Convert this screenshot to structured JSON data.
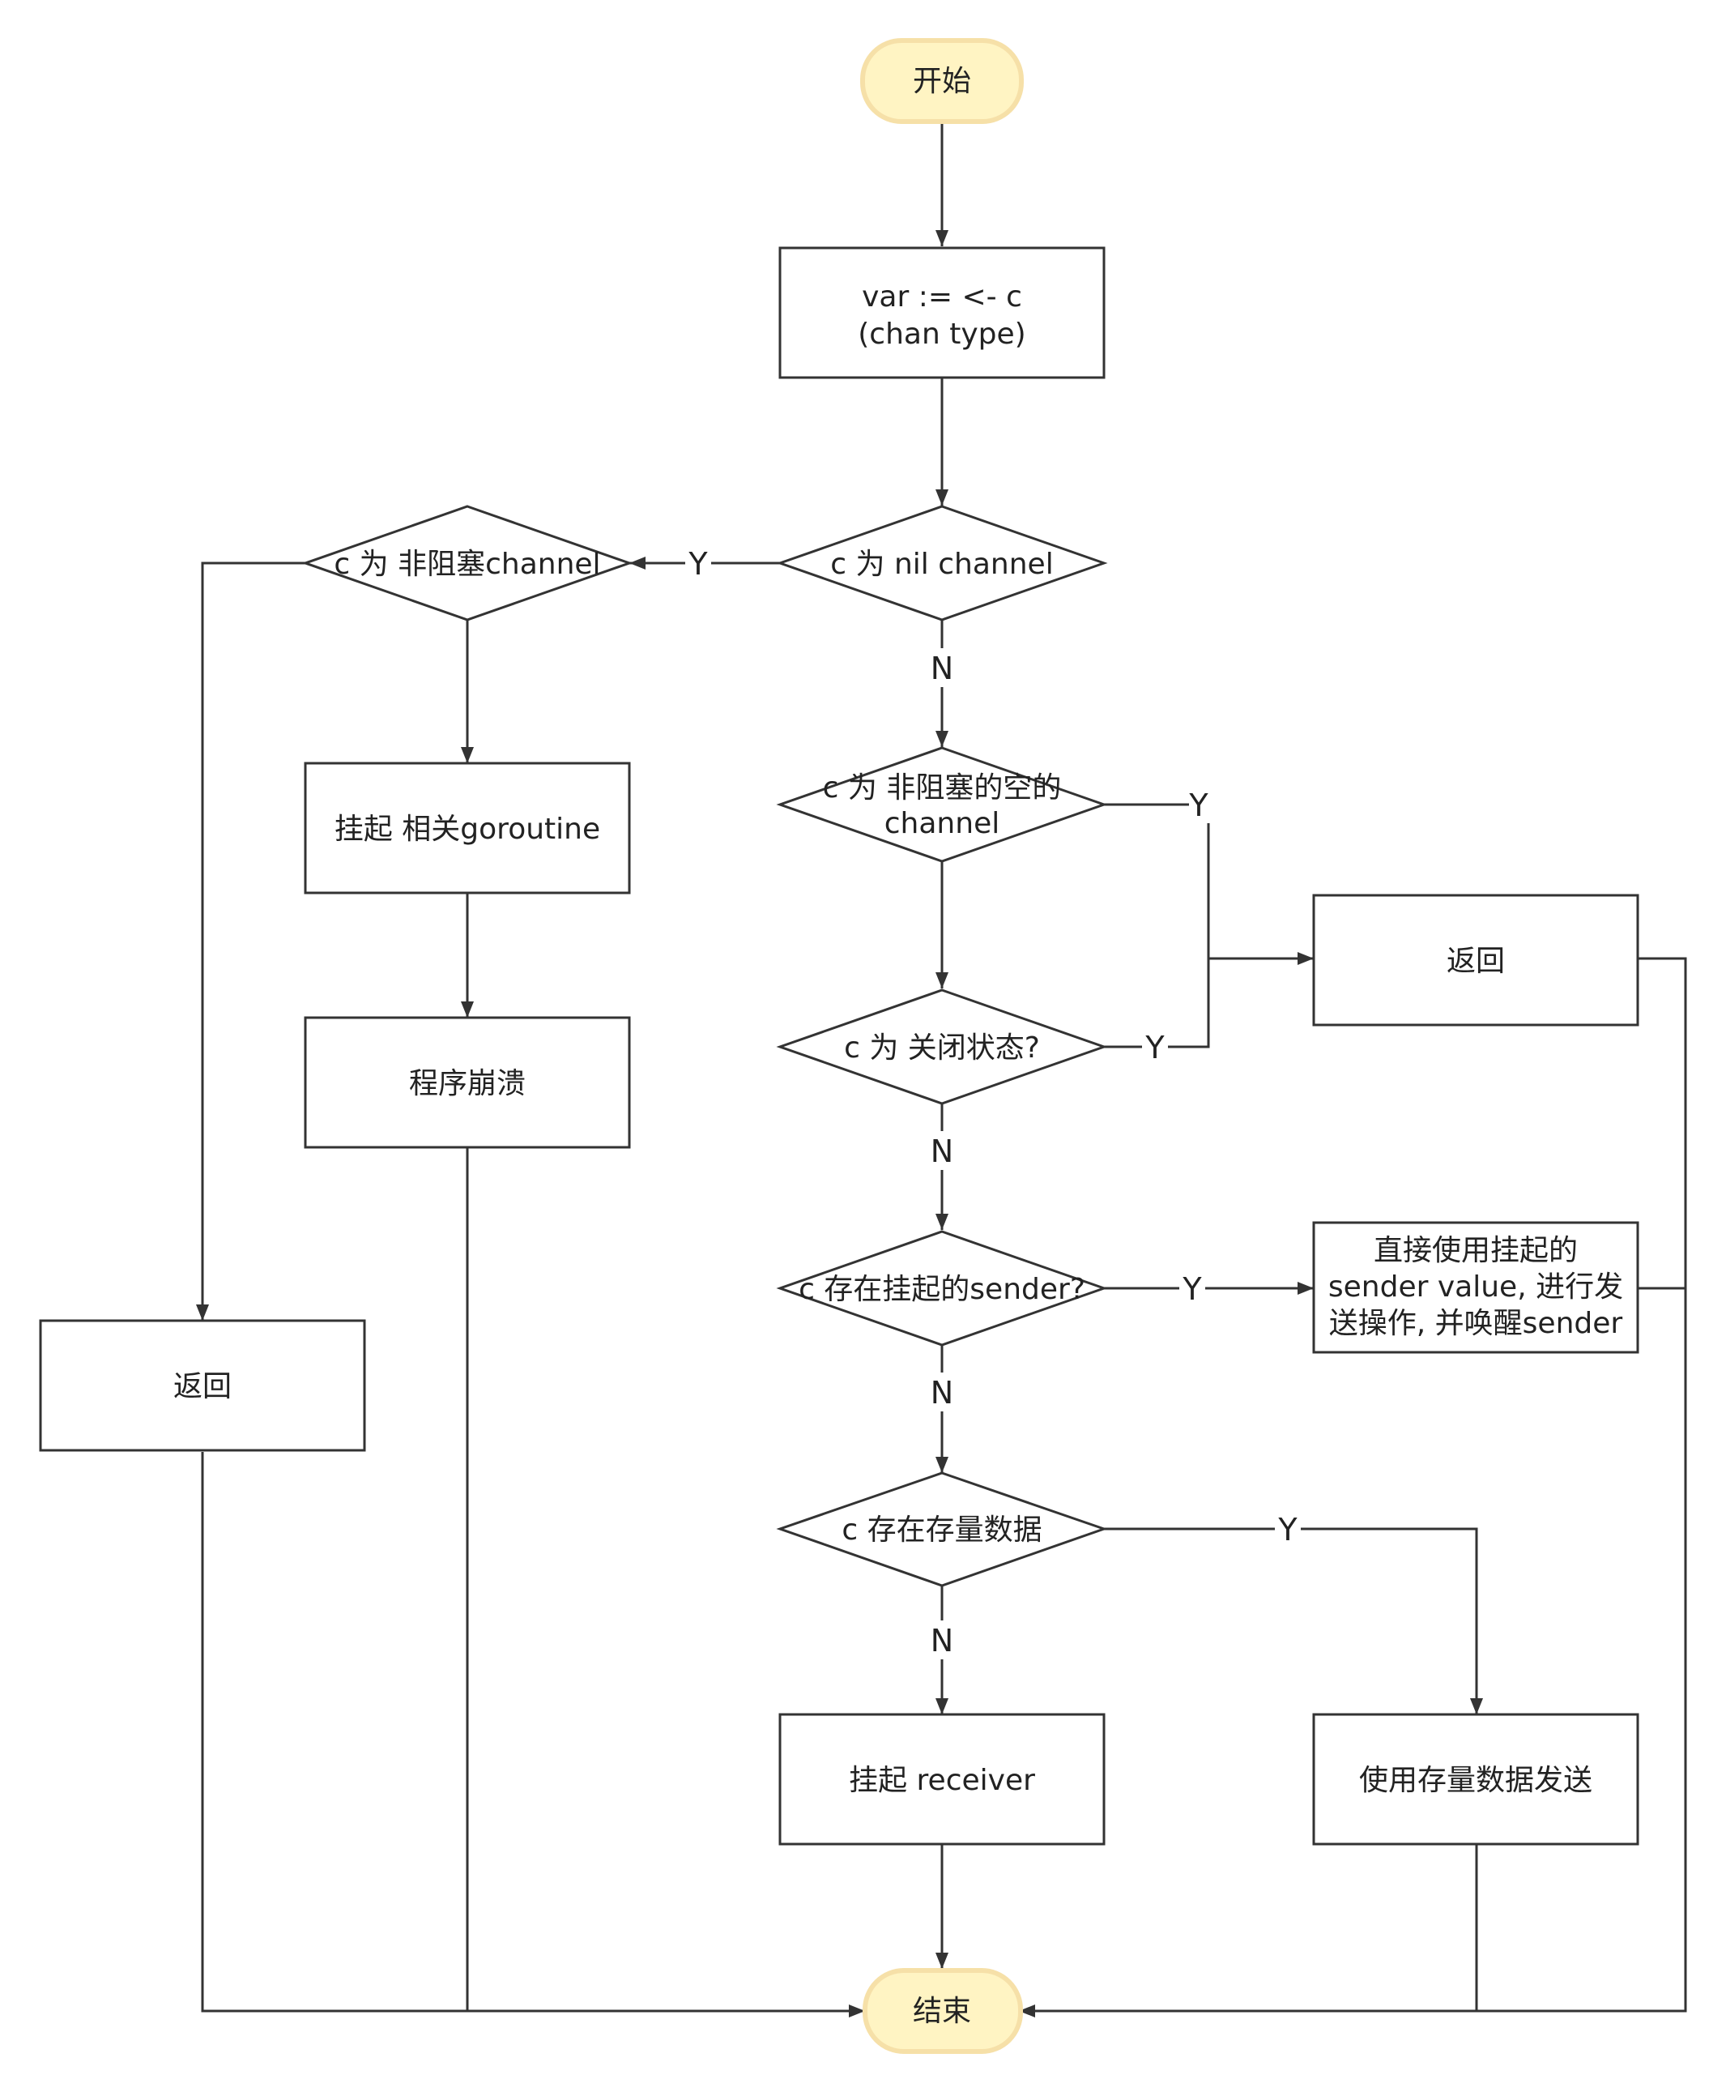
{
  "nodes": {
    "start": "开始",
    "assign_line1": "var := <- c",
    "assign_line2": "(chan type)",
    "is_nil": "c 为 nil channel",
    "nonblocking": "c 为 非阻塞channel",
    "suspend_goroutine": "挂起 相关goroutine",
    "crash": "程序崩溃",
    "return_left": "返回",
    "empty_line1": "c 为 非阻塞的空的",
    "empty_line2": "channel",
    "closed": "c 为 关闭状态?",
    "return_right": "返回",
    "has_sender": "c 存在挂起的sender?",
    "use_sender_line1": "直接使用挂起的",
    "use_sender_line2": "sender value, 进行发",
    "use_sender_line3": "送操作, 并唤醒sender",
    "has_buffer": "c 存在存量数据",
    "suspend_receiver": "挂起 receiver",
    "use_buffer": "使用存量数据发送",
    "end": "结束"
  },
  "edge_labels": {
    "yes": "Y",
    "no": "N"
  },
  "colors": {
    "terminal_fill": "#fff4c3",
    "terminal_border": "#f6e0a8",
    "stroke": "#333333"
  }
}
